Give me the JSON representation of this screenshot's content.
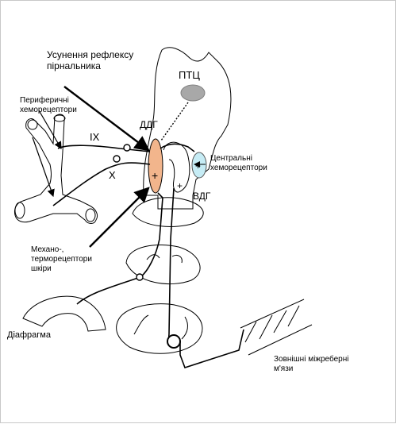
{
  "labels": {
    "reflex": [
      "Усунення рефлексу",
      "пірнальника"
    ],
    "ptc": "ПТЦ",
    "ddg": "ДДГ",
    "vdg": "ВДГ",
    "peripheral": [
      "Периферичні",
      "хеморецептори"
    ],
    "central": [
      "Центральні",
      "хеморецептори"
    ],
    "nerve_ix": "IX",
    "nerve_x": "X",
    "plus_ddg": "+",
    "plus_central": "+",
    "plus_vdg": "+",
    "mechano": [
      "Механо-,",
      "терморецептори",
      "шкіри"
    ],
    "diaphragm": "Діафрагма",
    "external": [
      "Зовнішні міжреберні",
      "м'язи"
    ]
  },
  "colors": {
    "ddg_fill": "#f2b58c",
    "central_fill": "#c6ecf5",
    "ptc_fill": "#a8a8a8",
    "line": "#000000"
  }
}
